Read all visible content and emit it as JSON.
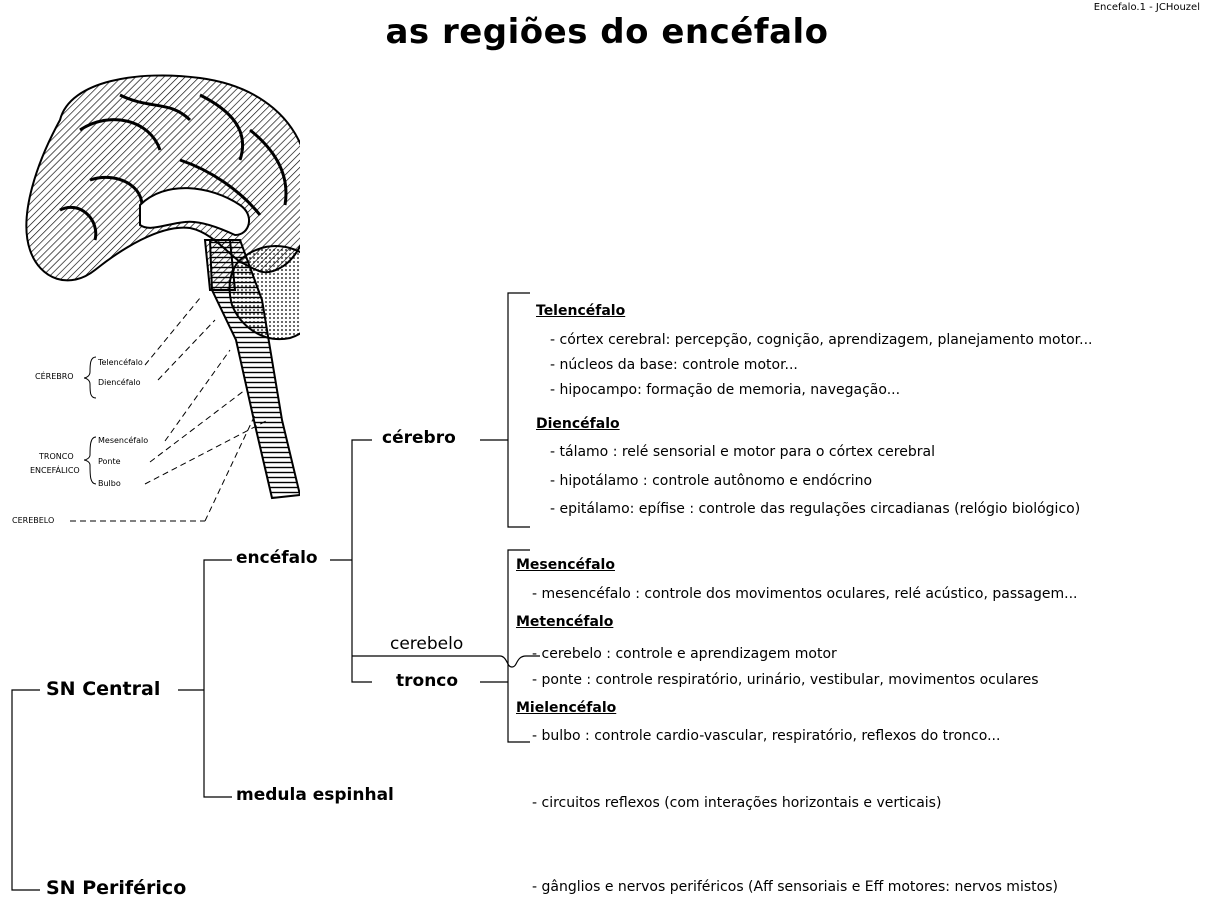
{
  "title": "as regiões do encéfalo",
  "credit": "Encefalo.1 - JCHouzel",
  "figure_labels": {
    "cerebro": "CÉREBRO",
    "telencefalo": "Telencéfalo",
    "diencefalo": "Diencéfalo",
    "tronco_line1": "TRONCO",
    "tronco_line2": "ENCEFÁLICO",
    "mesencefalo": "Mesencéfalo",
    "ponte": "Ponte",
    "bulbo": "Bulbo",
    "cerebelo": "CEREBELO"
  },
  "tree": {
    "sn_central": "SN Central",
    "sn_periferico": "SN Periférico",
    "encefalo": "encéfalo",
    "medula": "medula espinhal",
    "cerebro": "cérebro",
    "cerebelo": "cerebelo",
    "tronco": "tronco"
  },
  "telencefalo": {
    "heading": "Telencéfalo",
    "items": [
      "- córtex cerebral: percepção, cognição, aprendizagem, planejamento motor...",
      "- núcleos da base: controle motor...",
      "- hipocampo: formação de memoria, navegação..."
    ]
  },
  "diencefalo": {
    "heading": "Diencéfalo",
    "items": [
      "- tálamo : relé sensorial e motor para o córtex cerebral",
      "- hipotálamo : controle autônomo e endócrino",
      "- epitálamo: epífise : controle das regulações circadianas (relógio biológico)"
    ]
  },
  "mesencefalo": {
    "heading": "Mesencéfalo",
    "items": [
      "- mesencéfalo : controle dos movimentos oculares, relé acústico, passagem..."
    ]
  },
  "metencefalo": {
    "heading": "Metencéfalo",
    "items": [
      "- cerebelo : controle e aprendizagem motor",
      "- ponte : controle respiratório, urinário, vestibular, movimentos oculares"
    ]
  },
  "mielencefalo": {
    "heading": "Mielencéfalo",
    "items": [
      "- bulbo : controle cardio-vascular, respiratório, reflexos do tronco..."
    ]
  },
  "medula_desc": "- circuitos reflexos (com interações horizontais e verticais)",
  "periferico_desc": "- gânglios e nervos periféricos (Aff sensoriais e Eff motores: nervos mistos)"
}
